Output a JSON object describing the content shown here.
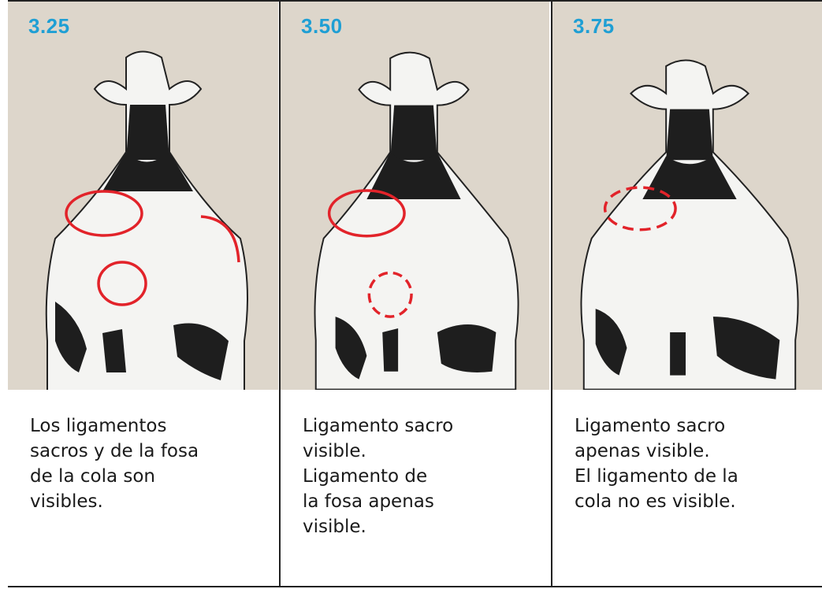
{
  "panels": [
    {
      "score": "3.25",
      "caption": [
        "Los ligamentos",
        "sacros y de la fosa",
        "de la cola son",
        "visibles."
      ]
    },
    {
      "score": "3.50",
      "caption": [
        "Ligamento sacro",
        "visible.",
        "Ligamento de",
        "la fosa apenas",
        "visible."
      ]
    },
    {
      "score": "3.75",
      "caption": [
        "Ligamento sacro",
        "apenas visible.",
        "El ligamento de la",
        "cola no es visible."
      ]
    }
  ],
  "colors": {
    "score": "#1f9fd4",
    "marker": "#e2232a",
    "background": "#ddd6cb"
  },
  "icons": [
    "cow-rear-illustration",
    "solid-circle-marker",
    "dashed-circle-marker"
  ]
}
